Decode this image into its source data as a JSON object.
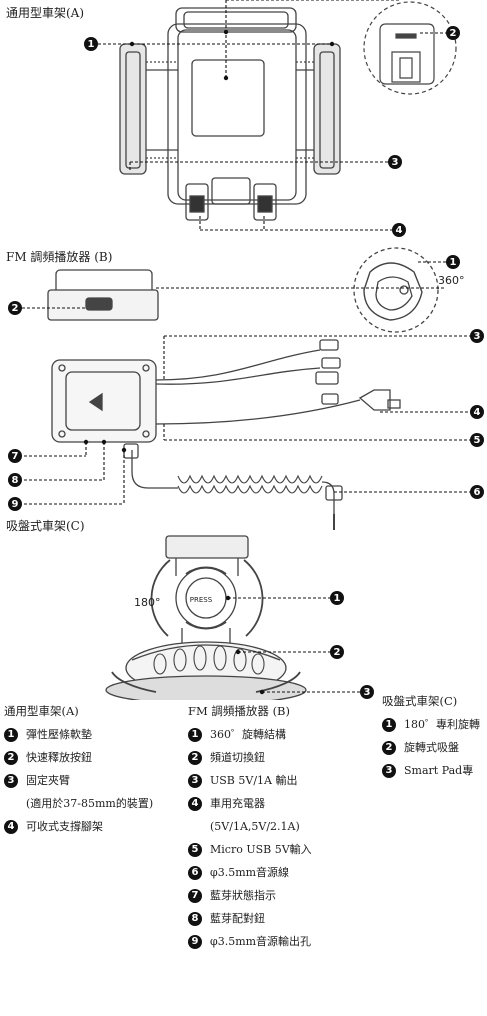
{
  "sections": {
    "a_title": "通用型車架(A)",
    "b_title": "FM 調頻播放器 (B)",
    "c_title": "吸盤式車架(C)"
  },
  "labels": {
    "angle_360": "360°",
    "angle_180": "180°",
    "press": "PRESS"
  },
  "callouts": [
    "1",
    "2",
    "3",
    "4",
    "5",
    "6",
    "7",
    "8",
    "9"
  ],
  "legend_a": {
    "heading": "通用型車架(A)",
    "items": [
      {
        "n": "1",
        "text": "彈性壓條軟墊"
      },
      {
        "n": "2",
        "text": "快速釋放按鈕"
      },
      {
        "n": "3",
        "text": "固定夾臂"
      },
      {
        "n": "",
        "text": "(適用於37-85mm的裝置)"
      },
      {
        "n": "4",
        "text": "可收式支撐腳架"
      }
    ]
  },
  "legend_b": {
    "heading": "FM 調頻播放器 (B)",
    "items": [
      {
        "n": "1",
        "text": "360゜旋轉結構"
      },
      {
        "n": "2",
        "text": "頻道切換鈕"
      },
      {
        "n": "3",
        "text": "USB 5V/1A 輸出"
      },
      {
        "n": "4",
        "text": "車用充電器"
      },
      {
        "n": "",
        "text": "(5V/1A,5V/2.1A)"
      },
      {
        "n": "5",
        "text": "Micro USB 5V輸入"
      },
      {
        "n": "6",
        "text": "φ3.5mm音源線"
      },
      {
        "n": "7",
        "text": "藍芽狀態指示"
      },
      {
        "n": "8",
        "text": "藍芽配對鈕"
      },
      {
        "n": "9",
        "text": "φ3.5mm音源輸出孔"
      }
    ]
  },
  "legend_c": {
    "heading": "吸盤式車架(C)",
    "items": [
      {
        "n": "1",
        "text": "180゜專利旋轉"
      },
      {
        "n": "2",
        "text": "旋轉式吸盤"
      },
      {
        "n": "3",
        "text": "Smart Pad專"
      }
    ]
  }
}
